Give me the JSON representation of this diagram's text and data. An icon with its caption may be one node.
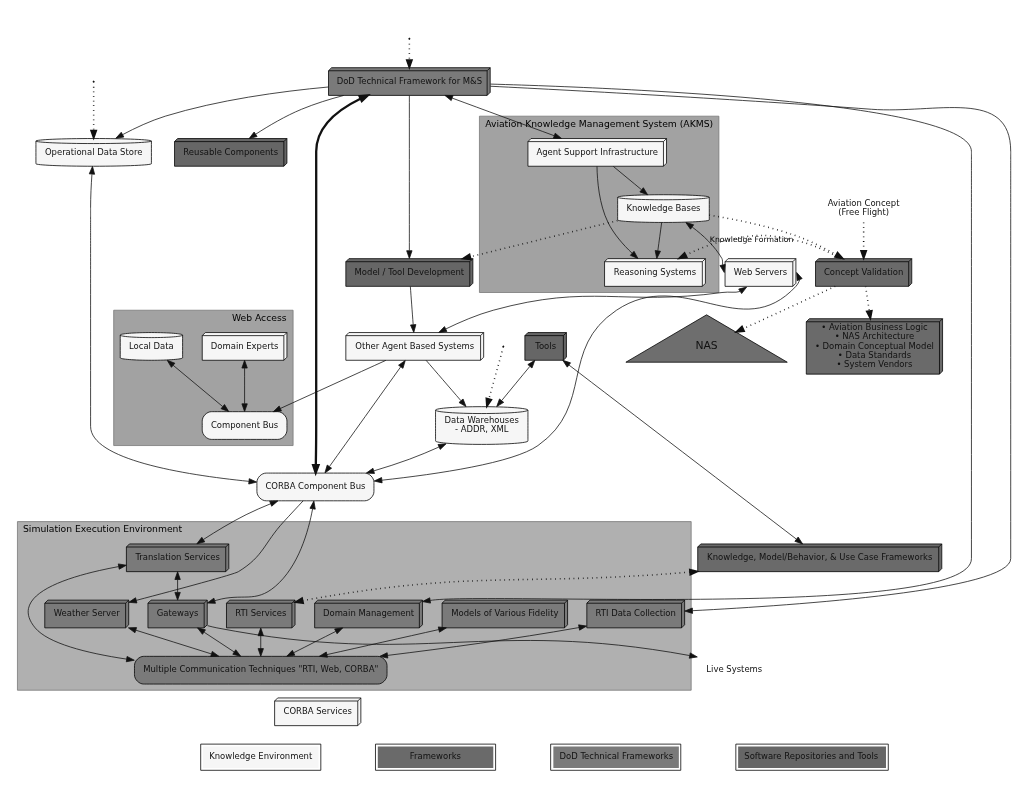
{
  "diagram": {
    "nodes": [
      {
        "text": [
          "• Aviation Business Logic",
          "• NAS Architecture",
          "• Domain Conceptual Model",
          "• Data Standards",
          "• System Vendors"
        ]
      },
      {
        "text": [
          "NAS"
        ]
      },
      {
        "text": [
          "Aviation Knowledge Management System (AKMS)"
        ]
      },
      {
        "text": [
          "Reasoning Systems"
        ],
        "in": 2
      },
      {
        "text": [
          "Knowledge Bases"
        ],
        "in": 2
      },
      {
        "text": [
          "Agent Support Infrastructure"
        ],
        "in": 2
      },
      {
        "text": [
          "Web Access"
        ]
      },
      {
        "text": [
          "Domain Experts"
        ],
        "in": 6
      },
      {
        "text": [
          "Local Data"
        ],
        "in": 6
      },
      {
        "text": [
          "Component Bus"
        ],
        "in": 6
      },
      {
        "text": [
          "Web Servers"
        ]
      },
      {
        "text": [
          "Aviation Concept",
          "(Free Flight)"
        ]
      },
      {
        "text": [
          "Concept Validation"
        ]
      },
      {
        "text": [
          "Knowledge, Model/Behavior, & Use Case Frameworks"
        ]
      },
      {
        "text": [
          "Reusable Components"
        ]
      },
      {
        "text": [
          "Model / Tool Development"
        ]
      },
      {
        "text": [
          "Tools"
        ]
      },
      {
        "text": [
          "Other Agent Based Systems"
        ]
      },
      {
        "text": [
          "Data Warehouses",
          "- ADDR, XML"
        ]
      },
      {
        "text": [
          "Operational Data Store"
        ]
      },
      {
        "text": [
          "DoD Technical Framework for M&S"
        ]
      },
      {
        "text": [
          "CORBA Services"
        ]
      },
      {
        "text": [
          "CORBA Component Bus"
        ]
      },
      {
        "text": [
          "Live Systems"
        ]
      },
      {
        "text": [
          "Simulation Execution Environment"
        ]
      },
      {
        "text": [
          "RTI Services"
        ],
        "in": 24
      },
      {
        "text": [
          "Models of Various Fidelity"
        ],
        "in": 24
      },
      {
        "text": [
          "Domain Management"
        ],
        "in": 24
      },
      {
        "text": [
          "RTI Data Collection"
        ],
        "in": 24
      },
      {
        "text": [
          "Weather Server"
        ],
        "in": 24
      },
      {
        "text": [
          "Translation Services"
        ],
        "in": 24
      },
      {
        "text": [
          "Gateways"
        ],
        "in": 24
      },
      {
        "text": [
          "Multiple Communication Techniques \"RTI, Web, CORBA\""
        ],
        "in": 24
      }
    ],
    "edges": [
      {
        "from": 12,
        "to": 1,
        "arrow": "to",
        "style": "dashed"
      },
      {
        "from": 12,
        "to": 0,
        "arrow": "to",
        "style": "dashed"
      },
      {
        "from": 12,
        "to": 3,
        "arrow": "to",
        "style": "dashed"
      },
      {
        "from": 4,
        "to": 12,
        "arrow": "to",
        "style": "dashed"
      },
      {
        "from": 11,
        "to": 12,
        "arrow": "to",
        "style": "dashed"
      },
      {
        "from": 4,
        "to": 15,
        "arrow": "to",
        "style": "dashed"
      },
      {
        "from": null,
        "to": 19,
        "arrow": "to",
        "style": "dashed"
      },
      {
        "from": null,
        "to": 18,
        "arrow": "to",
        "style": "dashed"
      },
      {
        "from": 13,
        "to": 25,
        "arrow": "both",
        "style": "dashed"
      },
      {
        "from": null,
        "to": 20,
        "arrow": "to",
        "style": "dashed"
      },
      {
        "from": 5,
        "to": 3,
        "arrow": "to"
      },
      {
        "from": 5,
        "to": 4,
        "arrow": "to"
      },
      {
        "from": 4,
        "to": 3,
        "arrow": "to"
      },
      {
        "from": 4,
        "to": 10,
        "arrow": "both",
        "label": "Knowledge Formation"
      },
      {
        "from": 7,
        "to": 9,
        "arrow": "both"
      },
      {
        "from": 8,
        "to": 9,
        "arrow": "both"
      },
      {
        "from": 20,
        "to": 5,
        "arrow": "both"
      },
      {
        "from": 20,
        "to": 14,
        "arrow": "to"
      },
      {
        "from": 20,
        "to": 15,
        "arrow": "to"
      },
      {
        "from": 16,
        "to": 13,
        "arrow": "both"
      },
      {
        "from": 16,
        "to": 18,
        "arrow": "both"
      },
      {
        "from": 15,
        "to": 17,
        "arrow": "to"
      },
      {
        "from": 17,
        "to": 9,
        "arrow": "to"
      },
      {
        "from": 17,
        "to": 18,
        "arrow": "to"
      },
      {
        "from": 10,
        "to": 17,
        "arrow": "both"
      },
      {
        "from": 10,
        "to": 22,
        "arrow": "both"
      },
      {
        "from": 17,
        "to": 22,
        "arrow": "both"
      },
      {
        "from": 18,
        "to": 22,
        "arrow": "both"
      },
      {
        "from": 19,
        "to": 22,
        "arrow": "both"
      },
      {
        "from": 20,
        "to": 19,
        "arrow": "to"
      },
      {
        "from": 20,
        "to": 22,
        "arrow": "both",
        "style": "thick"
      },
      {
        "from": 20,
        "to": 27,
        "arrow": "to"
      },
      {
        "from": 20,
        "to": 28,
        "arrow": "to"
      },
      {
        "from": 22,
        "to": 29,
        "arrow": "to"
      },
      {
        "from": 22,
        "to": 30,
        "arrow": "both"
      },
      {
        "from": 22,
        "to": 31,
        "arrow": "both"
      },
      {
        "from": 30,
        "to": 31,
        "arrow": "both"
      },
      {
        "from": 31,
        "to": 23,
        "arrow": "to"
      },
      {
        "from": 25,
        "to": 32,
        "arrow": "both"
      },
      {
        "from": 26,
        "to": 32,
        "arrow": "both"
      },
      {
        "from": 27,
        "to": 32,
        "arrow": "both"
      },
      {
        "from": 28,
        "to": 32,
        "arrow": "both"
      },
      {
        "from": 29,
        "to": 32,
        "arrow": "both"
      },
      {
        "from": 30,
        "to": 32,
        "arrow": "both"
      },
      {
        "from": 31,
        "to": 32,
        "arrow": "both"
      }
    ],
    "legend": [
      {
        "text": "Knowledge Environment",
        "color": "#f6f6f6"
      },
      {
        "text": "Frameworks",
        "color": "#6a6a6a"
      },
      {
        "text": "DoD Technical Frameworks",
        "color": "#7a7a7a"
      },
      {
        "text": "Software Repositories and Tools",
        "color": "#666666"
      }
    ]
  }
}
